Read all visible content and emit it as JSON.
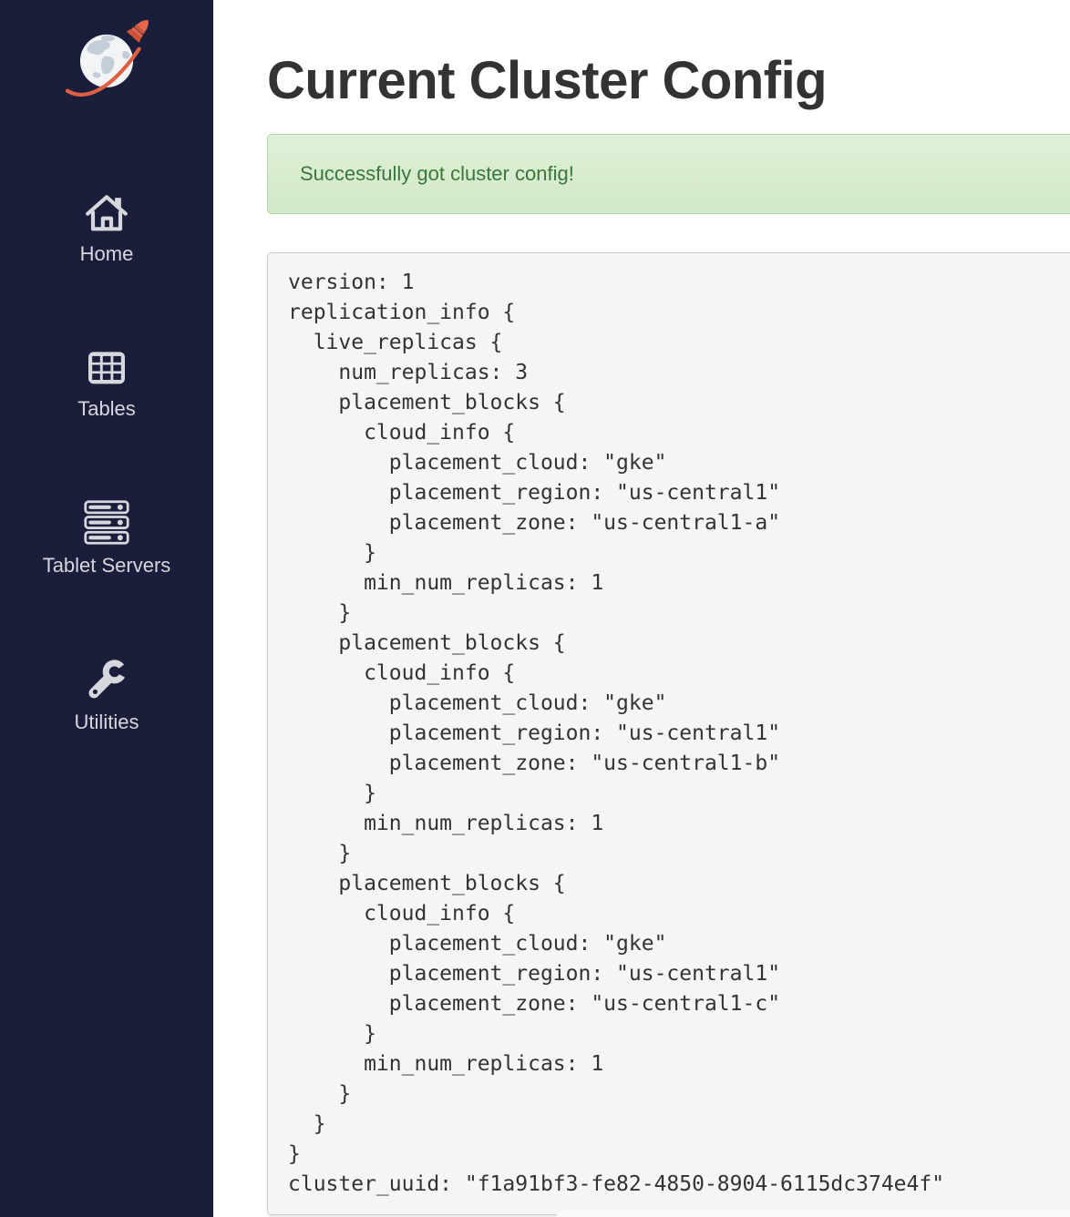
{
  "sidebar": {
    "logo": "yugabyte-rocket-globe-logo",
    "items": [
      {
        "id": "home",
        "label": "Home",
        "icon": "home-icon"
      },
      {
        "id": "tables",
        "label": "Tables",
        "icon": "table-grid-icon"
      },
      {
        "id": "tablet-servers",
        "label": "Tablet Servers",
        "icon": "server-stack-icon"
      },
      {
        "id": "utilities",
        "label": "Utilities",
        "icon": "wrench-icon"
      }
    ]
  },
  "page": {
    "title": "Current Cluster Config",
    "alert_message": "Successfully got cluster config!"
  },
  "config_text": "version: 1\nreplication_info {\n  live_replicas {\n    num_replicas: 3\n    placement_blocks {\n      cloud_info {\n        placement_cloud: \"gke\"\n        placement_region: \"us-central1\"\n        placement_zone: \"us-central1-a\"\n      }\n      min_num_replicas: 1\n    }\n    placement_blocks {\n      cloud_info {\n        placement_cloud: \"gke\"\n        placement_region: \"us-central1\"\n        placement_zone: \"us-central1-b\"\n      }\n      min_num_replicas: 1\n    }\n    placement_blocks {\n      cloud_info {\n        placement_cloud: \"gke\"\n        placement_region: \"us-central1\"\n        placement_zone: \"us-central1-c\"\n      }\n      min_num_replicas: 1\n    }\n  }\n}\ncluster_uuid: \"f1a91bf3-fe82-4850-8904-6115dc374e4f\"",
  "cluster_config": {
    "version": 1,
    "num_replicas": 3,
    "placement_cloud": "gke",
    "placement_region": "us-central1",
    "placement_zones": [
      "us-central1-a",
      "us-central1-b",
      "us-central1-c"
    ],
    "min_num_replicas": 1,
    "cluster_uuid": "f1a91bf3-fe82-4850-8904-6115dc374e4f"
  },
  "colors": {
    "sidebar_bg": "#1a1e3b",
    "sidebar_text": "#d6d8de",
    "logo_accent": "#e2674c",
    "title_text": "#333333",
    "alert_text": "#3c763d",
    "alert_bg_top": "#dff0d8",
    "alert_bg_bottom": "#d0e9c6",
    "alert_border": "#b2dba1",
    "code_bg": "#f5f5f5",
    "code_border": "#cccccc"
  }
}
